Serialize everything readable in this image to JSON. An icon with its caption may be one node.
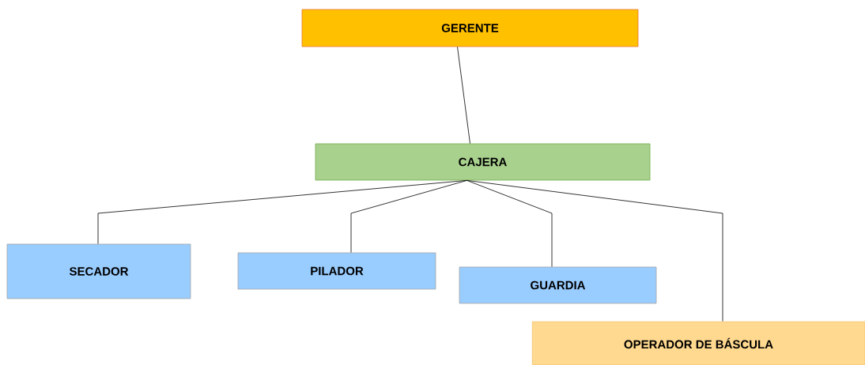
{
  "diagram": {
    "nodes": [
      {
        "text": [
          "GERENTE"
        ]
      },
      {
        "text": [
          "CAJERA"
        ]
      },
      {
        "text": [
          "SECADOR"
        ]
      },
      {
        "text": [
          "PILADOR"
        ]
      },
      {
        "text": [
          "GUARDIA"
        ]
      },
      {
        "text": [
          "OPERADOR DE BÁSCULA"
        ]
      }
    ],
    "edges": [
      {
        "from": 0,
        "to": 1,
        "arrow": "none"
      },
      {
        "from": 1,
        "to": 2,
        "arrow": "none"
      },
      {
        "from": 1,
        "to": 3,
        "arrow": "none"
      },
      {
        "from": 1,
        "to": 4,
        "arrow": "none"
      },
      {
        "from": 1,
        "to": 5,
        "arrow": "none"
      }
    ]
  }
}
